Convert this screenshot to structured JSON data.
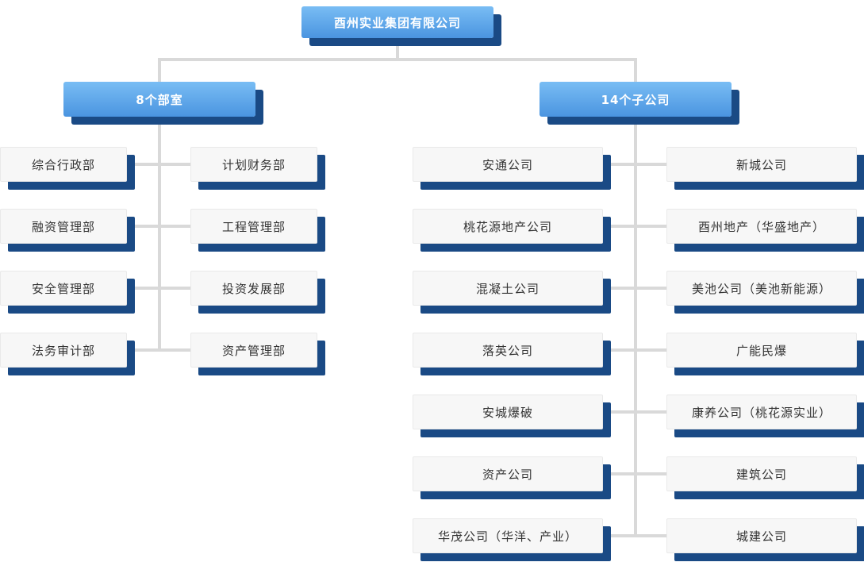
{
  "root": {
    "label": "酉州实业集团有限公司"
  },
  "branch_departments": {
    "label": "8个部室",
    "left": [
      "综合行政部",
      "融资管理部",
      "安全管理部",
      "法务审计部"
    ],
    "right": [
      "计划财务部",
      "工程管理部",
      "投资发展部",
      "资产管理部"
    ]
  },
  "branch_subsidiaries": {
    "label": "14个子公司",
    "left": [
      "安通公司",
      "桃花源地产公司",
      "混凝土公司",
      "落英公司",
      "安城爆破",
      "资产公司",
      "华茂公司（华洋、产业）"
    ],
    "right": [
      "新城公司",
      "酉州地产（华盛地产）",
      "美池公司（美池新能源）",
      "广能民爆",
      "康养公司（桃花源实业）",
      "建筑公司",
      "城建公司"
    ]
  },
  "colors": {
    "node-shadow": "#1a4a85",
    "header-gradient-top": "#79bdf4",
    "header-gradient-bottom": "#4a94e0",
    "connector": "#d9d9d9",
    "node-bg": "#f7f7f7",
    "node-text": "#333333",
    "header-text": "#ffffff"
  }
}
